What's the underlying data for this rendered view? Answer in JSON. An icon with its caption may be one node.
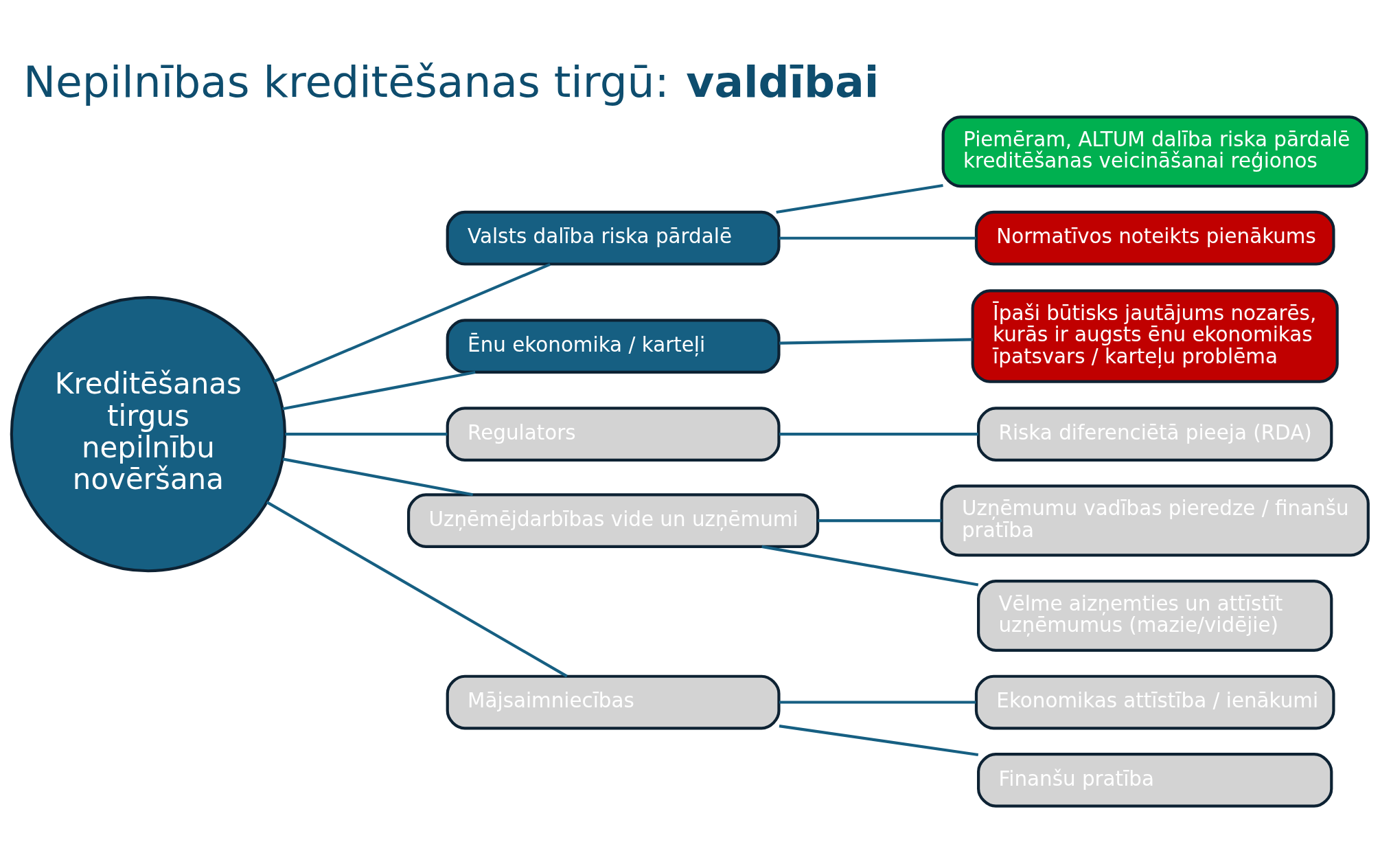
{
  "diagram": {
    "title": "Nepilnības kreditēšanas tirgū: **valdībai**",
    "nodes": [
      {
        "text": [
          "Kreditēšanas tirgus nepilnību novēršana"
        ]
      },
      {
        "text": [
          "Valsts dalība riska pārdalē"
        ]
      },
      {
        "text": [
          "Ēnu ekonomika / karteļi"
        ]
      },
      {
        "text": [
          "Regulators"
        ]
      },
      {
        "text": [
          "Uzņēmējdarbības vide un uzņēmumi"
        ]
      },
      {
        "text": [
          "Mājsaimniecības"
        ]
      },
      {
        "text": [
          "Piemēram, ALTUM dalība riska pārdalē kreditēšanas veicināšanai reģionos"
        ]
      },
      {
        "text": [
          "Normatīvos noteikts pienākums"
        ]
      },
      {
        "text": [
          "Īpaši būtisks jautājums nozarēs, kurās ir augsts ēnu ekonomikas īpatsvars / karteļu problēma"
        ]
      },
      {
        "text": [
          "Riska diferenciētā pieeja (RDA)"
        ]
      },
      {
        "text": [
          "Uzņēmumu vadības pieredze / finanšu pratība"
        ]
      },
      {
        "text": [
          "Vēlme aizņemties un attīstīt uzņēmumus (mazie/vidējie)"
        ]
      },
      {
        "text": [
          "Ekonomikas attīstība / ienākumi"
        ]
      },
      {
        "text": [
          "Finanšu pratība"
        ]
      }
    ],
    "edges": [
      {
        "from": 0,
        "to": 1,
        "arrow": "none"
      },
      {
        "from": 0,
        "to": 2,
        "arrow": "none"
      },
      {
        "from": 0,
        "to": 3,
        "arrow": "none"
      },
      {
        "from": 0,
        "to": 4,
        "arrow": "none"
      },
      {
        "from": 0,
        "to": 5,
        "arrow": "none"
      },
      {
        "from": 1,
        "to": 6,
        "arrow": "none"
      },
      {
        "from": 1,
        "to": 7,
        "arrow": "none"
      },
      {
        "from": 2,
        "to": 8,
        "arrow": "none"
      },
      {
        "from": 3,
        "to": 9,
        "arrow": "none"
      },
      {
        "from": 4,
        "to": 10,
        "arrow": "none"
      },
      {
        "from": 4,
        "to": 11,
        "arrow": "none"
      },
      {
        "from": 5,
        "to": 12,
        "arrow": "none"
      },
      {
        "from": 5,
        "to": 13,
        "arrow": "none"
      }
    ]
  }
}
